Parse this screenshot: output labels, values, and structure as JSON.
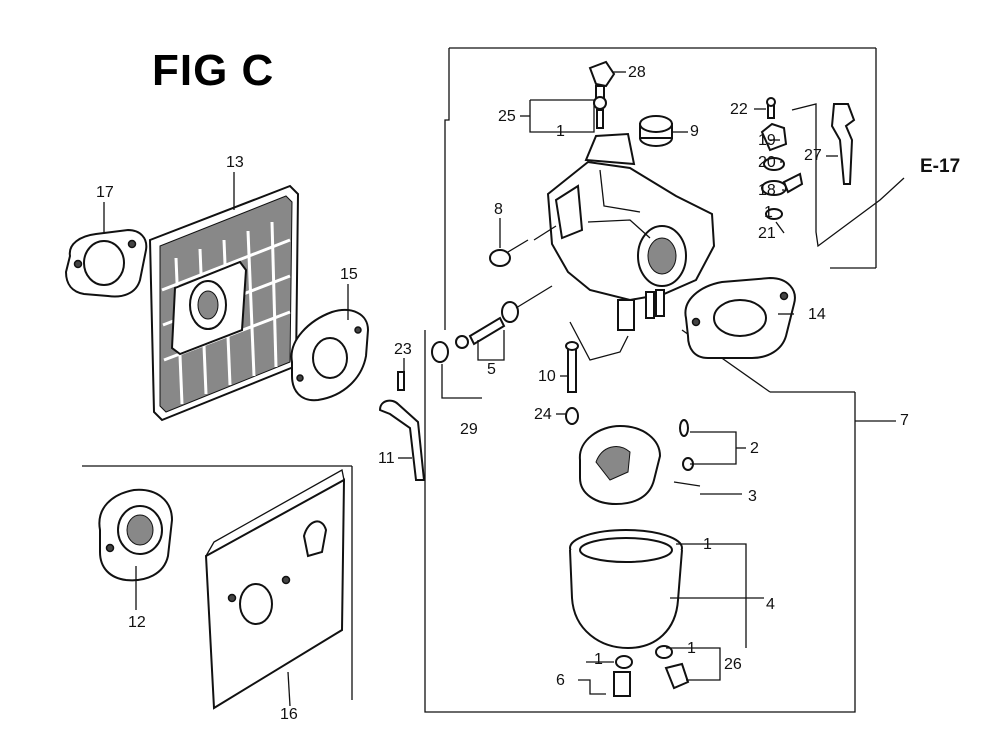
{
  "figure": {
    "title": "FIG C",
    "reference": "E-17"
  },
  "labels": {
    "l28": "28",
    "l25": "25",
    "l1a": "1",
    "l9": "9",
    "l22": "22",
    "l19": "19",
    "l20": "20",
    "l27": "27",
    "l18": "18",
    "l1b": "1",
    "l21": "21",
    "l13": "13",
    "l17": "17",
    "l8": "8",
    "l15": "15",
    "l14": "14",
    "l23": "23",
    "l5": "5",
    "l10": "10",
    "l29": "29",
    "l24": "24",
    "l7": "7",
    "l11": "11",
    "l2": "2",
    "l3": "3",
    "l1c": "1",
    "l4": "4",
    "l12": "12",
    "l1d": "1",
    "l1e": "1",
    "l26": "26",
    "l6": "6",
    "l16": "16"
  }
}
